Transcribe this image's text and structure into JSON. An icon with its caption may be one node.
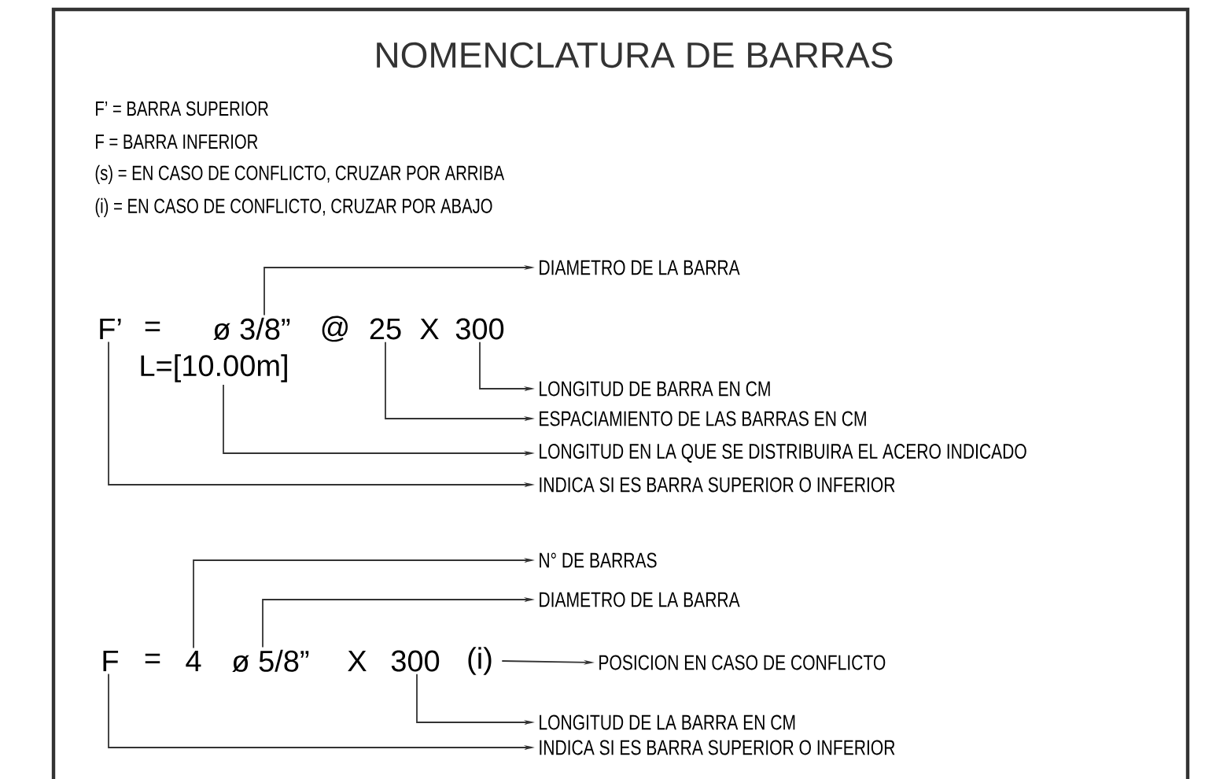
{
  "diagram": {
    "title": "NOMENCLATURA DE BARRAS",
    "nodes": [
      {
        "text": [
          "F’"
        ]
      },
      {
        "text": [
          "ø 3/8”"
        ]
      },
      {
        "text": [
          "25"
        ]
      },
      {
        "text": [
          "300"
        ]
      },
      {
        "text": [
          "L=[10.00m]"
        ]
      },
      {
        "text": [
          "DIAMETRO DE LA BARRA"
        ]
      },
      {
        "text": [
          "LONGITUD DE BARRA EN CM"
        ]
      },
      {
        "text": [
          "ESPACIAMIENTO DE LAS BARRAS EN CM"
        ]
      },
      {
        "text": [
          "LONGITUD EN LA QUE SE DISTRIBUIRA EL ACERO INDICADO"
        ]
      },
      {
        "text": [
          "INDICA SI ES BARRA SUPERIOR O INFERIOR"
        ]
      },
      {
        "text": [
          "F"
        ]
      },
      {
        "text": [
          "4"
        ]
      },
      {
        "text": [
          "ø 5/8”"
        ]
      },
      {
        "text": [
          "300"
        ]
      },
      {
        "text": [
          "(i)"
        ]
      },
      {
        "text": [
          "N° DE BARRAS"
        ]
      },
      {
        "text": [
          "DIAMETRO DE LA BARRA"
        ]
      },
      {
        "text": [
          "POSICION EN CASO DE CONFLICTO"
        ]
      },
      {
        "text": [
          "LONGITUD DE LA BARRA EN CM"
        ]
      },
      {
        "text": [
          "INDICA SI ES BARRA SUPERIOR O INFERIOR"
        ]
      }
    ],
    "edges": [
      {
        "from": 1,
        "to": 5,
        "arrow": "to"
      },
      {
        "from": 3,
        "to": 6,
        "arrow": "to"
      },
      {
        "from": 2,
        "to": 7,
        "arrow": "to"
      },
      {
        "from": 4,
        "to": 8,
        "arrow": "to"
      },
      {
        "from": 0,
        "to": 9,
        "arrow": "to"
      },
      {
        "from": 11,
        "to": 15,
        "arrow": "to"
      },
      {
        "from": 12,
        "to": 16,
        "arrow": "to"
      },
      {
        "from": 14,
        "to": 17,
        "arrow": "to"
      },
      {
        "from": 13,
        "to": 18,
        "arrow": "to"
      },
      {
        "from": 10,
        "to": 19,
        "arrow": "to"
      }
    ],
    "labels": [
      "F’ = BARRA SUPERIOR",
      "F = BARRA INFERIOR",
      "(s) = EN CASO DE CONFLICTO, CRUZAR POR ARRIBA",
      "(i) = EN CASO DE CONFLICTO, CRUZAR POR ABAJO",
      "=",
      "@",
      "X",
      "=",
      "X"
    ]
  }
}
